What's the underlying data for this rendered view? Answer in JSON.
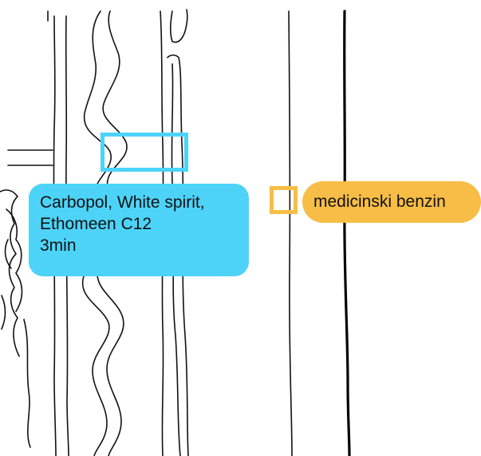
{
  "annotations": {
    "blue": {
      "lines": [
        "Carbopol, White spirit,",
        "Ethomeen C12",
        "3min"
      ],
      "color": "#4dd3f8"
    },
    "orange": {
      "text": "medicinski benzin",
      "color": "#f7be43"
    }
  }
}
